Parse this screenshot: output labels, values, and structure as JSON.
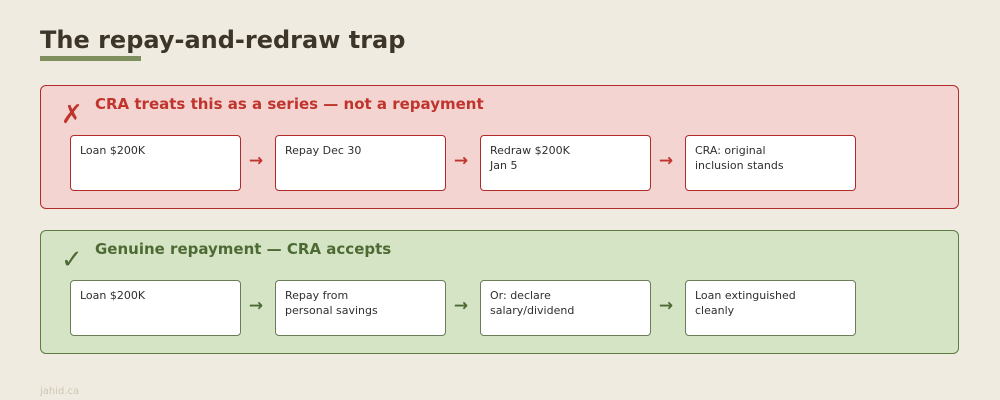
{
  "title": "The repay-and-redraw trap",
  "colors": {
    "background": "#f0ebe0",
    "accent_underline": "#7f8f5e",
    "bad": "#c0342e",
    "bad_fill": "#f4d4d0",
    "good": "#4e6a34",
    "good_fill": "#d5e4c5"
  },
  "bad_panel": {
    "icon": "cross-mark-icon",
    "mark": "✗",
    "title": "CRA treats this as a series — not a repayment",
    "arrow": "→",
    "steps": [
      "Loan $200K",
      "Repay Dec 30",
      "Redraw $200K\nJan 5",
      "CRA: original\ninclusion stands"
    ]
  },
  "good_panel": {
    "icon": "check-mark-icon",
    "mark": "✓",
    "title": "Genuine repayment — CRA accepts",
    "arrow": "→",
    "steps": [
      "Loan $200K",
      "Repay from\npersonal savings",
      "Or: declare\nsalary/dividend",
      "Loan extinguished\ncleanly"
    ]
  },
  "footer": "jahid.ca"
}
